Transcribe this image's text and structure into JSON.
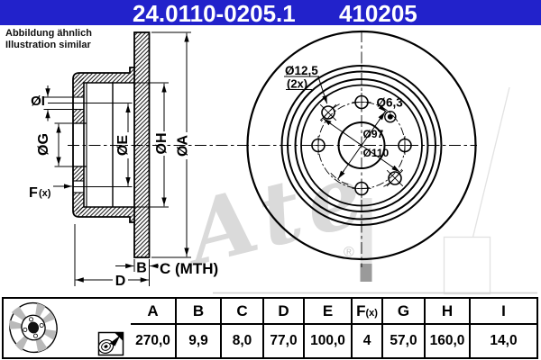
{
  "header": {
    "part_number": "24.0110-0205.1",
    "alt_number": "410205",
    "bg": "#2222cb"
  },
  "note": {
    "line1": "Abbildung ähnlich",
    "line2": "Illustration similar"
  },
  "watermark": {
    "brand": "Ate",
    "registered": "®"
  },
  "section_labels": {
    "dia_i": "ØI",
    "dia_g": "ØG",
    "dia_e": "ØE",
    "dia_h": "ØH",
    "dia_a": "ØA",
    "f": "F",
    "f_sub": "(x)",
    "b": "B",
    "c_mth": "C (MTH)",
    "d": "D"
  },
  "front_labels": {
    "bolt_holes": "Ø12,5",
    "bolt_count": "(2x)",
    "pin_hole": "Ø6,3",
    "pcd_inner": "Ø97",
    "pcd_outer": "Ø110"
  },
  "table": {
    "headers": [
      "A",
      "B",
      "C",
      "D",
      "E",
      "F",
      "G",
      "H",
      "I"
    ],
    "f_suffix": "(x)",
    "values": [
      "270,0",
      "9,9",
      "8,0",
      "77,0",
      "100,0",
      "4",
      "57,0",
      "160,0",
      "14,0"
    ]
  }
}
